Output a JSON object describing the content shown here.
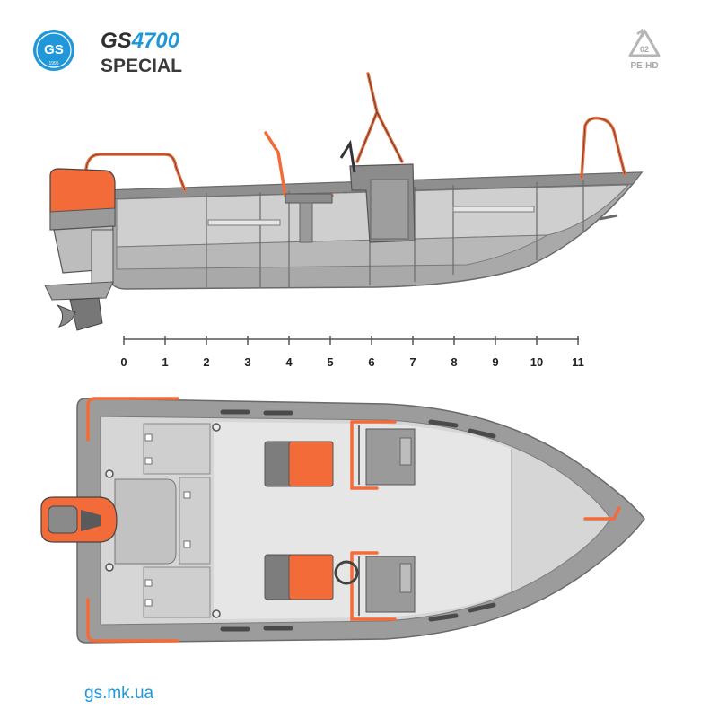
{
  "brand": {
    "logo_text": "GS",
    "logo_year": "1995",
    "model_prefix": "GS",
    "model_number": "4700",
    "variant": "SPECIAL",
    "website": "gs.mk.ua"
  },
  "recycling": {
    "code": "02",
    "material": "PE-HD"
  },
  "scale": {
    "ticks": [
      "0",
      "1",
      "2",
      "3",
      "4",
      "5",
      "6",
      "7",
      "8",
      "9",
      "10",
      "11"
    ]
  },
  "colors": {
    "accent_orange": "#f26b38",
    "brand_blue": "#1f97d8",
    "hull_gray": "#9c9c9c",
    "light_gray": "#d6d6d6"
  }
}
